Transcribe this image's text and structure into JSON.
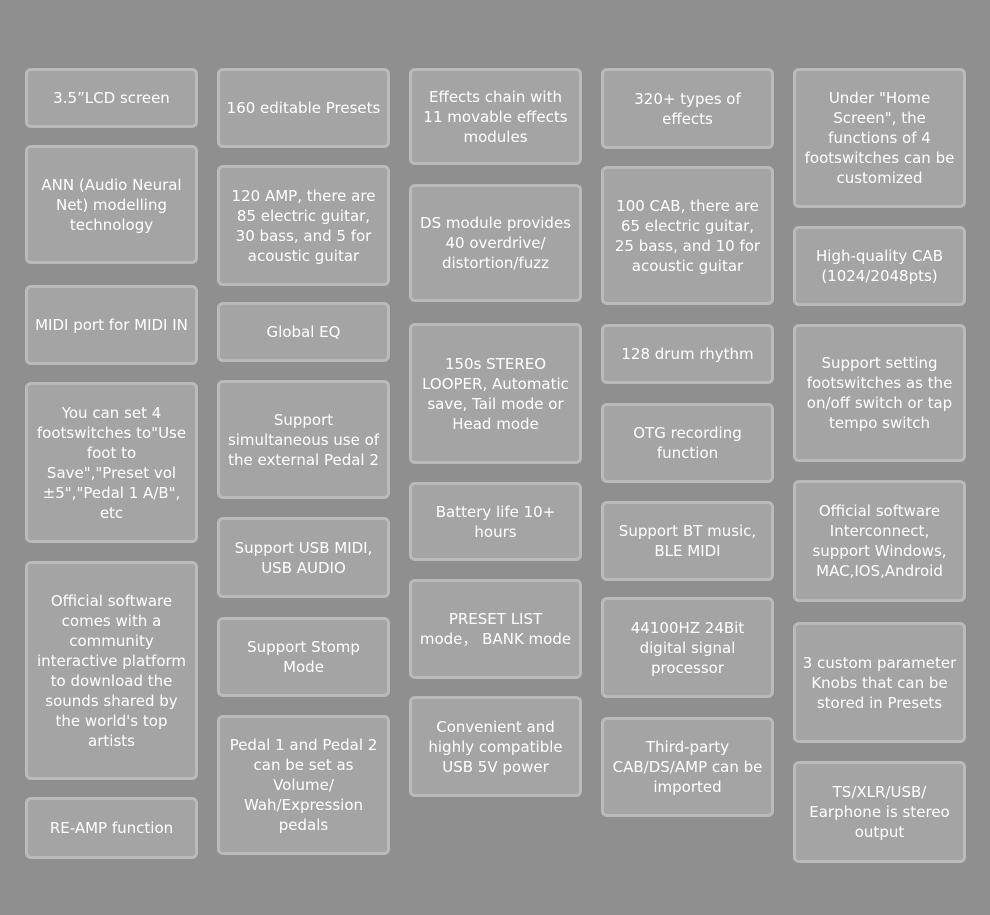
{
  "features": {
    "col1": [
      "3.5”LCD screen",
      "ANN (Audio Neural Net) modelling technology",
      "MIDI port for MIDI IN",
      "You can set 4 footswitches to\"Use foot to Save\",\"Preset vol ±5\",\"Pedal 1 A/B\", etc",
      "Official software comes with a community interactive platform to download the sounds shared by the world's top artists",
      "RE-AMP function"
    ],
    "col2": [
      "160 editable Presets",
      "120 AMP, there are 85 electric guitar, 30 bass, and 5 for acoustic guitar",
      "Global EQ",
      "Support simultaneous use of the external Pedal 2",
      "Support USB MIDI, USB AUDIO",
      "Support Stomp Mode",
      "Pedal 1 and Pedal 2 can be set as Volume/ Wah/Expression pedals"
    ],
    "col3": [
      "Effects chain with 11 movable effects modules",
      "DS module provides 40 overdrive/ distortion/fuzz",
      "150s STEREO LOOPER, Automatic save, Tail mode or Head mode",
      "Battery life 10+ hours",
      "PRESET LIST mode， BANK mode",
      "Convenient and highly compatible USB 5V power"
    ],
    "col4": [
      "320+ types of effects",
      "100 CAB, there are 65 electric guitar, 25 bass, and 10 for acoustic guitar",
      "128 drum rhythm",
      "OTG recording function",
      "Support BT music, BLE MIDI",
      "44100HZ 24Bit digital signal processor",
      "Third-party CAB/DS/AMP can be imported"
    ],
    "col5": [
      "Under \"Home Screen\", the functions of 4 footswitches can be customized",
      "High-quality CAB (1024/2048pts)",
      "Support setting footswitches as the on/off switch or tap tempo switch",
      "Official software Interconnect, support Windows, MAC,IOS,Android",
      "3 custom parameter Knobs that can be stored in Presets",
      "TS/XLR/USB/ Earphone is stereo output"
    ]
  }
}
